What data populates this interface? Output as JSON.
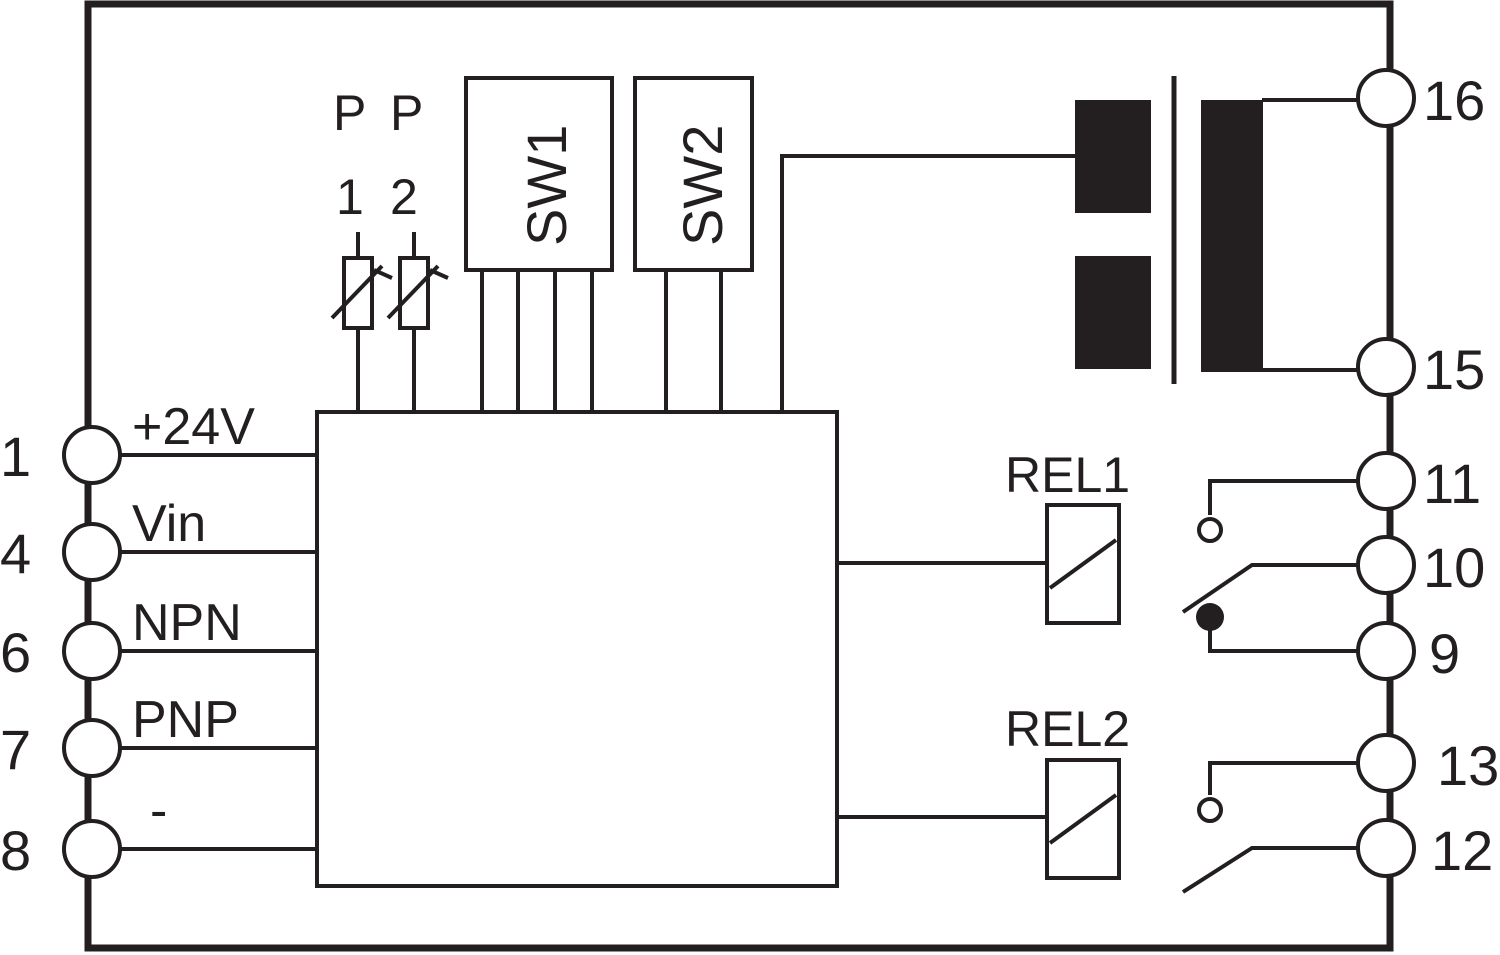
{
  "terminals_left": [
    {
      "number": "1",
      "signal": "+24V"
    },
    {
      "number": "4",
      "signal": "Vin"
    },
    {
      "number": "6",
      "signal": "NPN"
    },
    {
      "number": "7",
      "signal": "PNP"
    },
    {
      "number": "8",
      "signal": "-"
    }
  ],
  "terminals_right": [
    "16",
    "15",
    "11",
    "10",
    "9",
    "13",
    "12"
  ],
  "potentiometers": [
    {
      "top": "P",
      "bottom": "1"
    },
    {
      "top": "P",
      "bottom": "2"
    }
  ],
  "switches": [
    "SW1",
    "SW2"
  ],
  "relays": [
    "REL1",
    "REL2"
  ],
  "colors": {
    "line": "#231f20",
    "background": "#ffffff"
  }
}
